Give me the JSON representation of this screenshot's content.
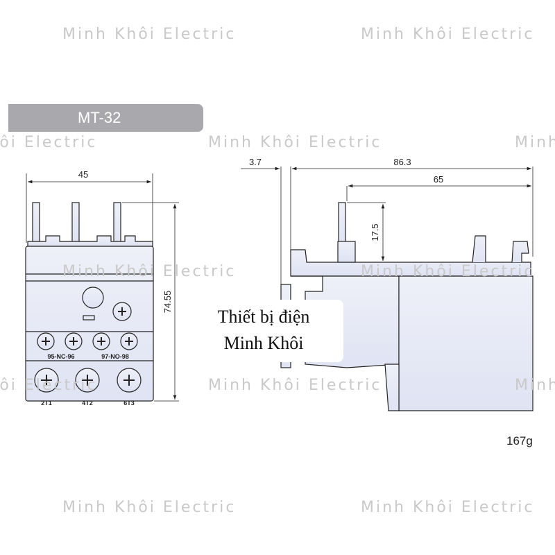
{
  "title": "MT-32",
  "watermark": "Minh Khôi Electric",
  "overlay": {
    "line1": "Thiết bị điện",
    "line2": "Minh Khôi"
  },
  "weight": "167g",
  "front_view": {
    "width_dim": "45",
    "height_dim": "74.55",
    "aux_labels": [
      "95-NC-96",
      "97-NO-98"
    ],
    "terminal_labels": [
      "2T1",
      "4T2",
      "6T3"
    ]
  },
  "side_view": {
    "dim_offset": "3.7",
    "dim_total_depth": "86.3",
    "dim_depth": "65",
    "dim_pin_height": "17.5"
  },
  "colors": {
    "body_fill": "#e6e9f6",
    "tag": "#a9a9ad",
    "line": "#222222"
  }
}
